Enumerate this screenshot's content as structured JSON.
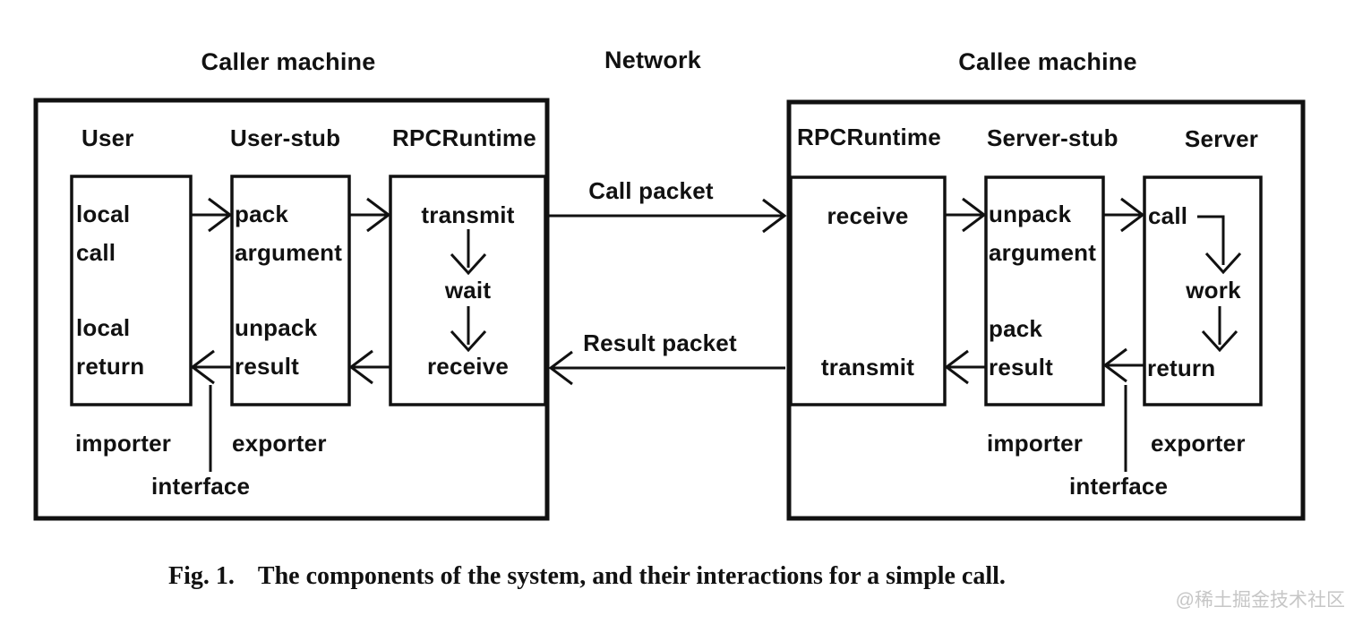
{
  "diagram": {
    "caller": {
      "label": "Caller machine",
      "headers": {
        "user": "User",
        "user_stub": "User-stub",
        "rpc": "RPCRuntime"
      },
      "user_box": {
        "top": "local\ncall",
        "bottom": "local\nreturn"
      },
      "stub_box": {
        "top": "pack\nargument",
        "bottom": "unpack\nresult"
      },
      "rpc_box": {
        "top": "transmit",
        "middle": "wait",
        "bottom": "receive"
      },
      "footer": {
        "importer": "importer",
        "exporter": "exporter",
        "interface": "interface"
      }
    },
    "network": {
      "label": "Network",
      "call_packet": "Call packet",
      "result_packet": "Result packet"
    },
    "callee": {
      "label": "Callee machine",
      "headers": {
        "rpc": "RPCRuntime",
        "server_stub": "Server-stub",
        "server": "Server"
      },
      "rpc_box": {
        "top": "receive",
        "bottom": "transmit"
      },
      "stub_box": {
        "top": "unpack\nargument",
        "bottom": "pack\nresult"
      },
      "server_box": {
        "top": "call",
        "middle": "work",
        "bottom": "return"
      },
      "footer": {
        "importer": "importer",
        "exporter": "exporter",
        "interface": "interface"
      }
    },
    "caption": {
      "figure": "Fig. 1.",
      "text": "The components of the system, and their interactions for a simple call."
    },
    "watermark": "@稀土掘金技术社区",
    "colors": {
      "ink": "#111111",
      "background": "#ffffff",
      "watermark": "#c6c6c6"
    }
  }
}
